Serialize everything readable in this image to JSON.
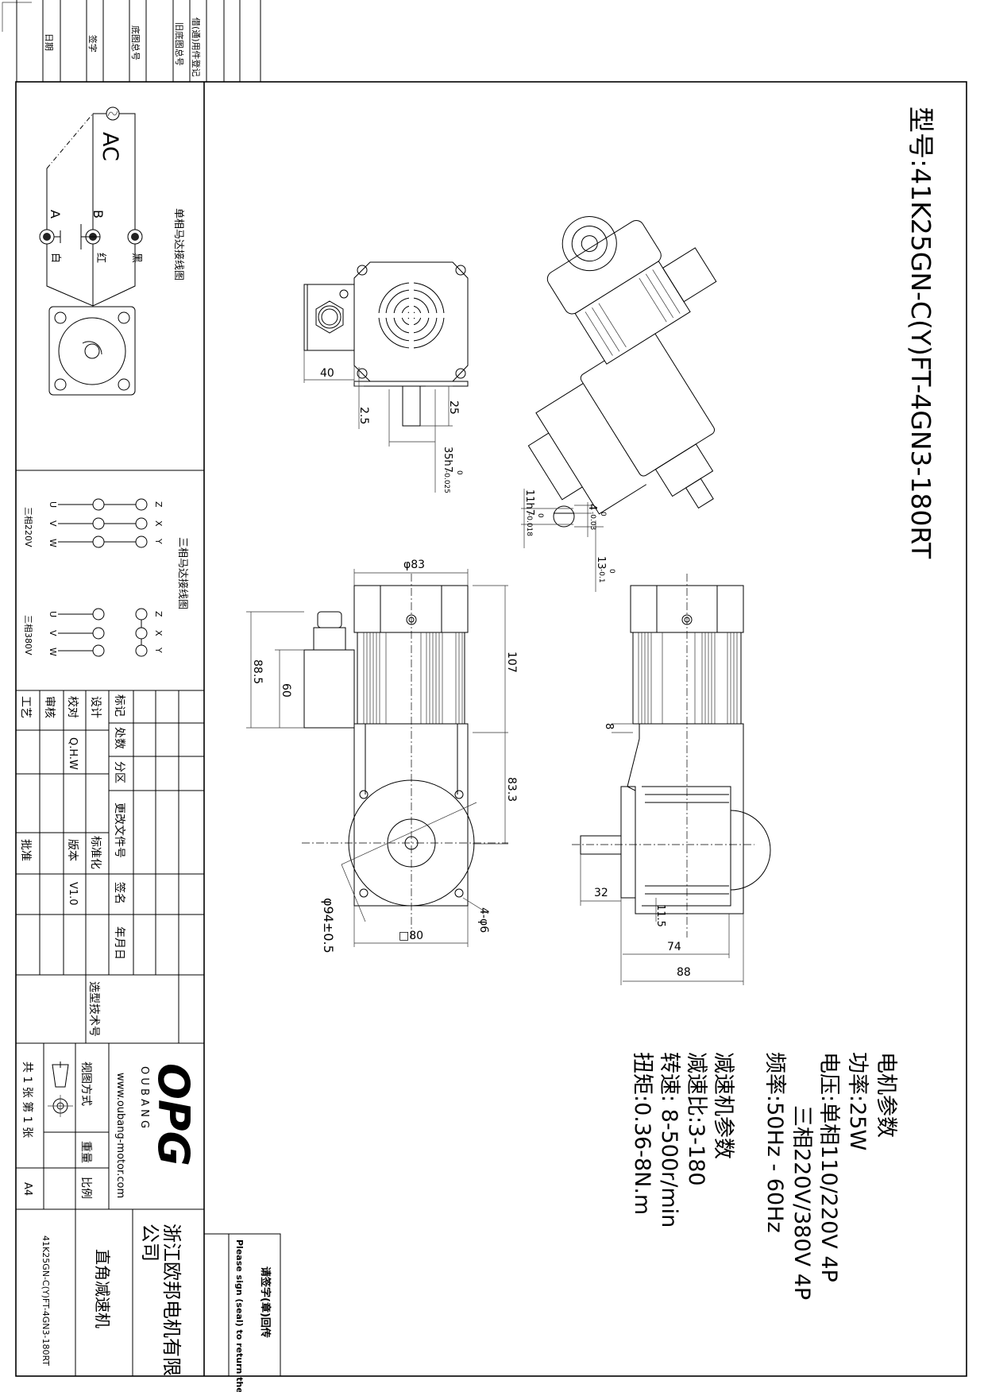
{
  "title": {
    "model": "型号:41K25GN-C(Y)FT-4GN3-180RT"
  },
  "top_strip": [
    "日期",
    "签字",
    "底图总号",
    "旧底图总号",
    "借(通)用件登记"
  ],
  "wiring": {
    "single_title": "单相马达接线图",
    "ac": "AC",
    "a": "A",
    "b": "B",
    "white": "白",
    "red": "红",
    "black": "黑",
    "three_title": "三相马达接线图",
    "v220": "三相220V",
    "v380": "三相380V",
    "left": [
      "U",
      "V",
      "W"
    ],
    "right": [
      "Z",
      "X",
      "Y"
    ]
  },
  "dims": {
    "d40": "40",
    "d2_5": "2.5",
    "d25": "25",
    "shaft": {
      "base": "35h7",
      "upper": "0",
      "lower": "-0.025"
    },
    "key_width": {
      "base": "11h7",
      "upper": "0",
      "lower": "-0.018"
    },
    "key_depth": {
      "base": "4",
      "upper": "0",
      "lower": "-0.03"
    },
    "key_height": {
      "base": "13",
      "upper": "0",
      "lower": "-0.1"
    },
    "phi83": "φ83",
    "d107": "107",
    "d83_3": "83.3",
    "d88_5": "88.5",
    "d60": "60",
    "phi94": "φ94±0.5",
    "sq80": "□80",
    "holes": "4-φ6",
    "d8": "8",
    "d32": "32",
    "d11_5": "11.5",
    "d74": "74",
    "d88": "88"
  },
  "params": {
    "motor_title": "电机参数",
    "power": "功率:25W",
    "voltage1": "电压:单相110/220V 4P",
    "voltage2": "三相220V/380V 4P",
    "frequency": "频率:50Hz - 60Hz",
    "reducer_title": "减速机参数",
    "ratio": "减速比:3-180",
    "speed": "转速: 8-500r/min",
    "torque": "扭矩:0.36-8N.m"
  },
  "title_block": {
    "headers": [
      "标记",
      "处数",
      "分区",
      "更改文件号",
      "签名",
      "年月日"
    ],
    "design": "设计",
    "check": "校对",
    "checker": "Q.H.W",
    "review": "审核",
    "process": "工艺",
    "standard": "标准化",
    "version_label": "版本",
    "version": "V1.0",
    "approve": "批准",
    "selection_no": "选型技术号",
    "logo": "OPG",
    "brand": "O U B A N G",
    "website": "www.oubang-motor.com",
    "company_line1": "浙江欧邦电机有限",
    "company_line2": "公司",
    "product": "直角减速机",
    "model_small": "41K25GN-C(Y)FT-4GN3-180RT",
    "view_method": "视图方式",
    "weight": "重量",
    "scale": "比例",
    "sheets": "共 1 张 第 1 张",
    "paper": "A4"
  },
  "sign": {
    "cn": "请签字(章)回传",
    "en": "Please sign (seal) to return the call"
  }
}
